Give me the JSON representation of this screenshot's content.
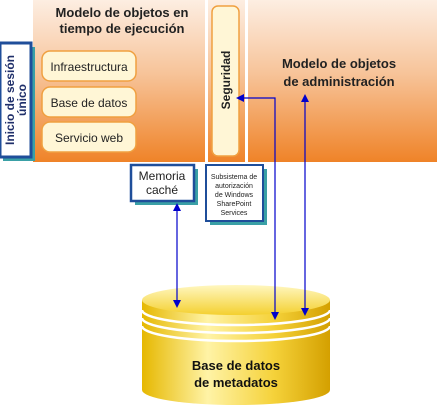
{
  "runtime": {
    "title_lines": [
      "Modelo de objetos en",
      "tiempo de ejecución"
    ],
    "items": [
      "Infraestructura",
      "Base de datos",
      "Servicio web"
    ]
  },
  "sso": {
    "label_lines": [
      "Inicio de sesión",
      "único"
    ]
  },
  "security": {
    "label": "Seguridad"
  },
  "admin": {
    "title_lines": [
      "Modelo de objetos",
      "de administración"
    ]
  },
  "cache": {
    "label_lines": [
      "Memoria",
      "caché"
    ]
  },
  "authz": {
    "label_lines": [
      "Subsistema de",
      "autorización",
      "de Windows",
      "SharePoint",
      "Services"
    ]
  },
  "database": {
    "label_lines": [
      "Base de datos",
      "de metadatos"
    ]
  },
  "colors": {
    "orange_top": "#fbe3cf",
    "orange_bottom": "#f0892f",
    "box_fill": "#fff6d6",
    "box_stroke": "#f0a040",
    "blue": "#1f4e9a",
    "teal_shadow": "#3aa0a6",
    "cylinder_light": "#fff0a0",
    "cylinder_dark": "#d9a800",
    "arrow": "#0000cc"
  }
}
